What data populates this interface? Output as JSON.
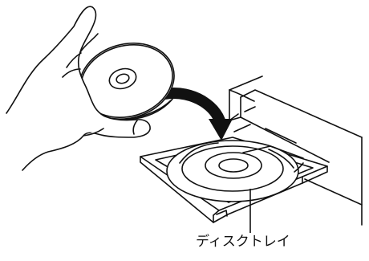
{
  "callout": {
    "label": "ディスクトレイ"
  },
  "figure_parts": [
    "hand-icon",
    "disc-icon",
    "insert-arrow-icon",
    "drive-body",
    "disc-tray"
  ]
}
